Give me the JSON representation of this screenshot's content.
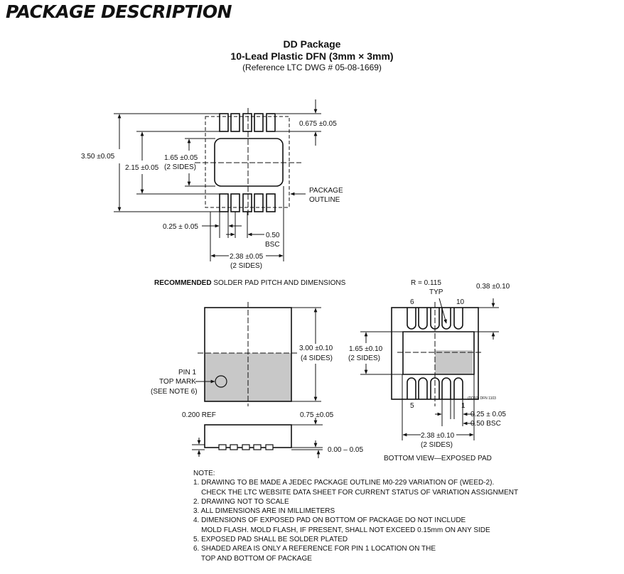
{
  "page": {
    "heading": "PACKAGE DESCRIPTION",
    "title": "DD Package",
    "subtitle": "10-Lead Plastic DFN (3mm × 3mm)",
    "reference": "(Reference LTC DWG # 05-08-1669)"
  },
  "solder_pad": {
    "dim_pad_length": "0.675 ±0.05",
    "dim_outer": "3.50 ±0.05",
    "dim_inner": "2.15 ±0.05",
    "dim_pad_1_65": "1.65 ±0.05",
    "dim_pad_1_65_sides": "(2 SIDES)",
    "package_outline_line1": "PACKAGE",
    "package_outline_line2": "OUTLINE",
    "dim_lead_width": "0.25 ± 0.05",
    "dim_pitch_value": "0.50",
    "dim_pitch_unit": "BSC",
    "dim_2_38": "2.38 ±0.05",
    "dim_2_38_sides": "(2 SIDES)",
    "caption_bold": "RECOMMENDED",
    "caption_rest": " SOLDER PAD PITCH AND DIMENSIONS"
  },
  "top_view": {
    "dim_body": "3.00 ±0.10",
    "dim_body_sides": "(4 SIDES)",
    "pin1_line1": "PIN 1",
    "pin1_line2": "TOP MARK",
    "pin1_line3": "(SEE NOTE 6)"
  },
  "side_view": {
    "ref": "0.200 REF",
    "height": "0.75 ±0.05",
    "standoff": "0.00 – 0.05"
  },
  "bottom_view": {
    "radius_line1": "R = 0.115",
    "radius_line2": "TYP",
    "dim_corner": "0.38 ±0.10",
    "pin_6": "6",
    "pin_10": "10",
    "pin_5": "5",
    "pin_1": "1",
    "dim_1_65": "1.65 ±0.10",
    "dim_1_65_sides": "(2 SIDES)",
    "dwg_code": "(DD10) DFN 1103",
    "dim_lead_width": "0.25 ± 0.05",
    "dim_pitch": "0.50 BSC",
    "dim_2_38": "2.38 ±0.10",
    "dim_2_38_sides": "(2 SIDES)",
    "caption": "BOTTOM VIEW—EXPOSED PAD"
  },
  "notes": {
    "heading": "NOTE:",
    "lines": [
      "1. DRAWING TO BE MADE A JEDEC PACKAGE OUTLINE M0-229 VARIATION OF (WEED-2).",
      "    CHECK THE LTC WEBSITE DATA SHEET FOR CURRENT STATUS OF VARIATION ASSIGNMENT",
      "2. DRAWING NOT TO SCALE",
      "3. ALL DIMENSIONS ARE IN MILLIMETERS",
      "4. DIMENSIONS OF EXPOSED PAD ON BOTTOM OF PACKAGE DO NOT INCLUDE",
      "    MOLD FLASH. MOLD FLASH, IF PRESENT, SHALL NOT EXCEED 0.15mm ON ANY SIDE",
      "5. EXPOSED PAD SHALL BE SOLDER PLATED",
      "6. SHADED AREA IS ONLY A REFERENCE FOR PIN 1 LOCATION ON THE",
      "    TOP AND BOTTOM OF PACKAGE"
    ]
  },
  "colors": {
    "ink": "#111111",
    "shade": "#c8c8c8"
  }
}
